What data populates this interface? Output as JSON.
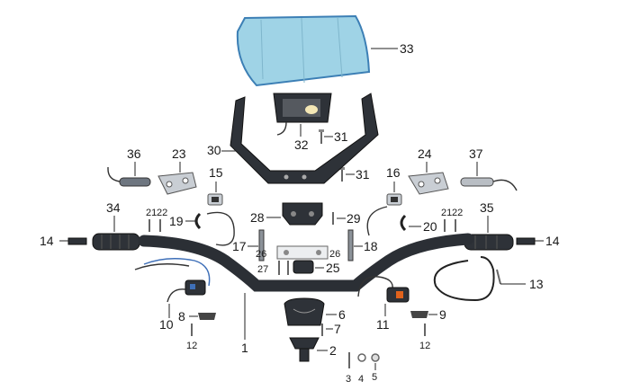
{
  "diagram": {
    "callouts": {
      "c1": "1",
      "c2": "2",
      "c3": "3",
      "c4": "4",
      "c5": "5",
      "c6": "6",
      "c7": "7",
      "c8": "8",
      "c9": "9",
      "c10": "10",
      "c11": "11",
      "c12a": "12",
      "c12b": "12",
      "c13": "13",
      "c14a": "14",
      "c14b": "14",
      "c15": "15",
      "c16": "16",
      "c17": "17",
      "c18": "18",
      "c19": "19",
      "c20": "20",
      "c21a": "21",
      "c21b": "21",
      "c22a": "22",
      "c22b": "22",
      "c23": "23",
      "c24": "24",
      "c25": "25",
      "c26a": "26",
      "c26b": "26",
      "c27": "27",
      "c28": "28",
      "c29": "29",
      "c30": "30",
      "c31a": "31",
      "c31b": "31",
      "c32": "32",
      "c33": "33",
      "c34": "34",
      "c35": "35",
      "c36": "36",
      "c37": "37"
    },
    "colors": {
      "bar": "#2b2f35",
      "windscreen_fill": "#9fd3e6",
      "windscreen_edge": "#3c7fb5",
      "wire_blue": "#3e6fb8",
      "switch_orange": "#e0621c"
    }
  }
}
